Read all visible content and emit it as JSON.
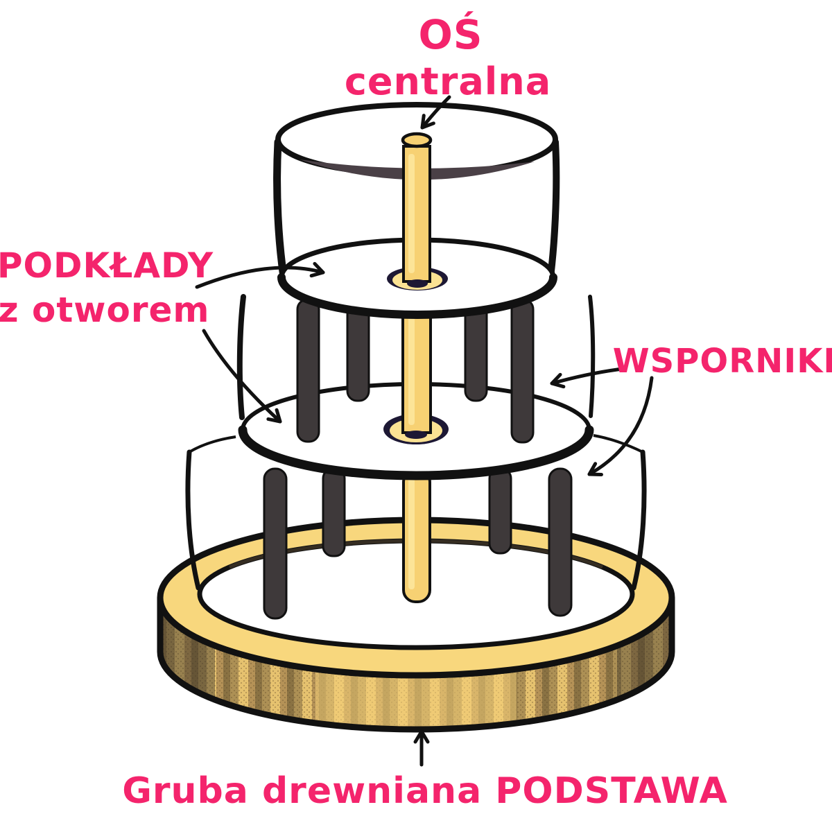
{
  "labels": {
    "axis_line1": "OŚ",
    "axis_line2": "centralna",
    "boards_line1": "PODKŁADY",
    "boards_line2": "z otworem",
    "supports": "WSPORNIKI",
    "base": "Gruba drewniana PODSTAWA"
  },
  "colors": {
    "label_pink": "#F4246C",
    "outline_black": "#111111",
    "central_dowel_yellow": "#F7D173",
    "dowel_highlight": "#FCE59C",
    "collar_yellow": "#FBE293",
    "collar_dark_ring": "#1D1834",
    "support_dowel_dark": "#3E393A",
    "base_gold": "#F8D77D",
    "base_wood_brown": "#8A7243",
    "top_rim_inner_gray": "#4A4046"
  },
  "structure": {
    "tiers_visible": 3,
    "middle_tier_support_dowels": 4,
    "bottom_tier_support_dowels": 4,
    "central_dowel_count": 1
  }
}
